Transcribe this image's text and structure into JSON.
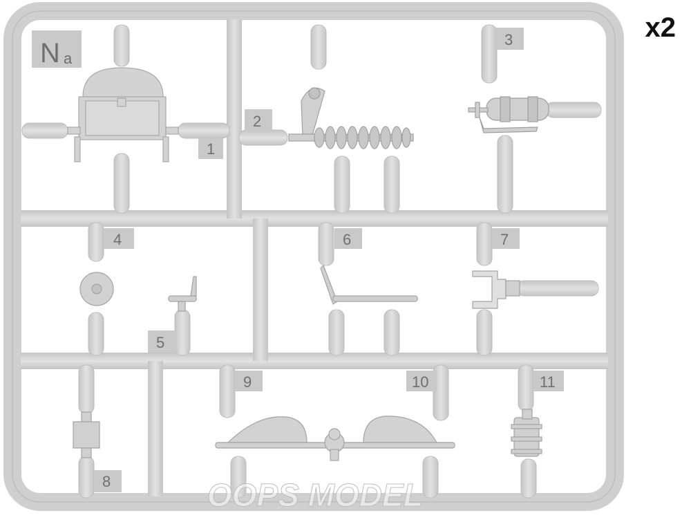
{
  "sprue": {
    "id_main": "N",
    "id_sub": "a",
    "quantity": "x2",
    "part_numbers": [
      "1",
      "2",
      "3",
      "4",
      "5",
      "6",
      "7",
      "8",
      "9",
      "10",
      "11"
    ],
    "watermark": "OOPS MODEL"
  },
  "colors": {
    "plastic": "#d6d6d6",
    "plastic_edge": "#b9b9b9",
    "background": "#ffffff",
    "label_box": "#c9c9c9"
  }
}
